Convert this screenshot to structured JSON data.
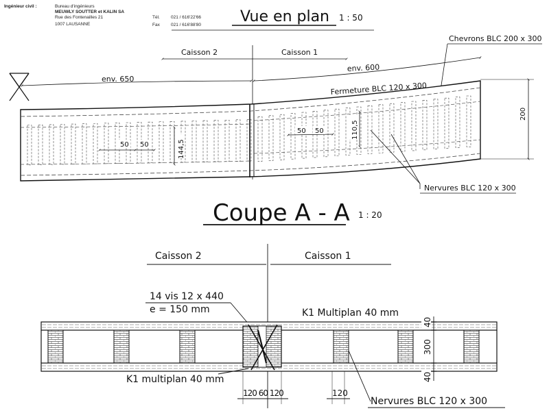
{
  "header": {
    "engineer_label": "Ingénieur civil :",
    "office_line": "Bureau d'ingénieurs",
    "firm_name": "MEUWLY SOUTTER et KALIN SA",
    "street": "Rue des Fontenailles 21",
    "city": "1007  LAUSANNE",
    "tel_label": "Tél.",
    "tel_value": "021 / 616'22'66",
    "fax_label": "Fax",
    "fax_value": "021 / 616'88'80"
  },
  "plan": {
    "title": "Vue en plan",
    "scale": "1 : 50",
    "caisson_left": "Caisson 2",
    "caisson_right": "Caisson 1",
    "env_left": "env. 650",
    "env_right": "env. 600",
    "chevrons_label": "Chevrons BLC 200 x 300",
    "fermeture_label": "Fermeture BLC 120 x 300",
    "nervures_label": "Nervures BLC 120 x 300",
    "dim_50a": "50",
    "dim_50b": "50",
    "dim_50c": "50",
    "dim_50d": "50",
    "dim_1445": "144,5",
    "dim_1105": "110,5",
    "dim_200": "200"
  },
  "section": {
    "title": "Coupe A - A",
    "scale": "1 : 20",
    "caisson_left": "Caisson 2",
    "caisson_right": "Caisson 1",
    "screws_label": "14 vis 12 x 440",
    "spacing_label": "e = 150 mm",
    "top_plate_label": "K1 Multiplan 40 mm",
    "bottom_plate_label": "K1 multiplan 40 mm",
    "nervures_label": "Nervures BLC 120 x 300",
    "dim_40_top": "40",
    "dim_300": "300",
    "dim_40_bottom": "40",
    "dim_bottom_group": "120 60 120",
    "dim_bottom_single": "120"
  }
}
